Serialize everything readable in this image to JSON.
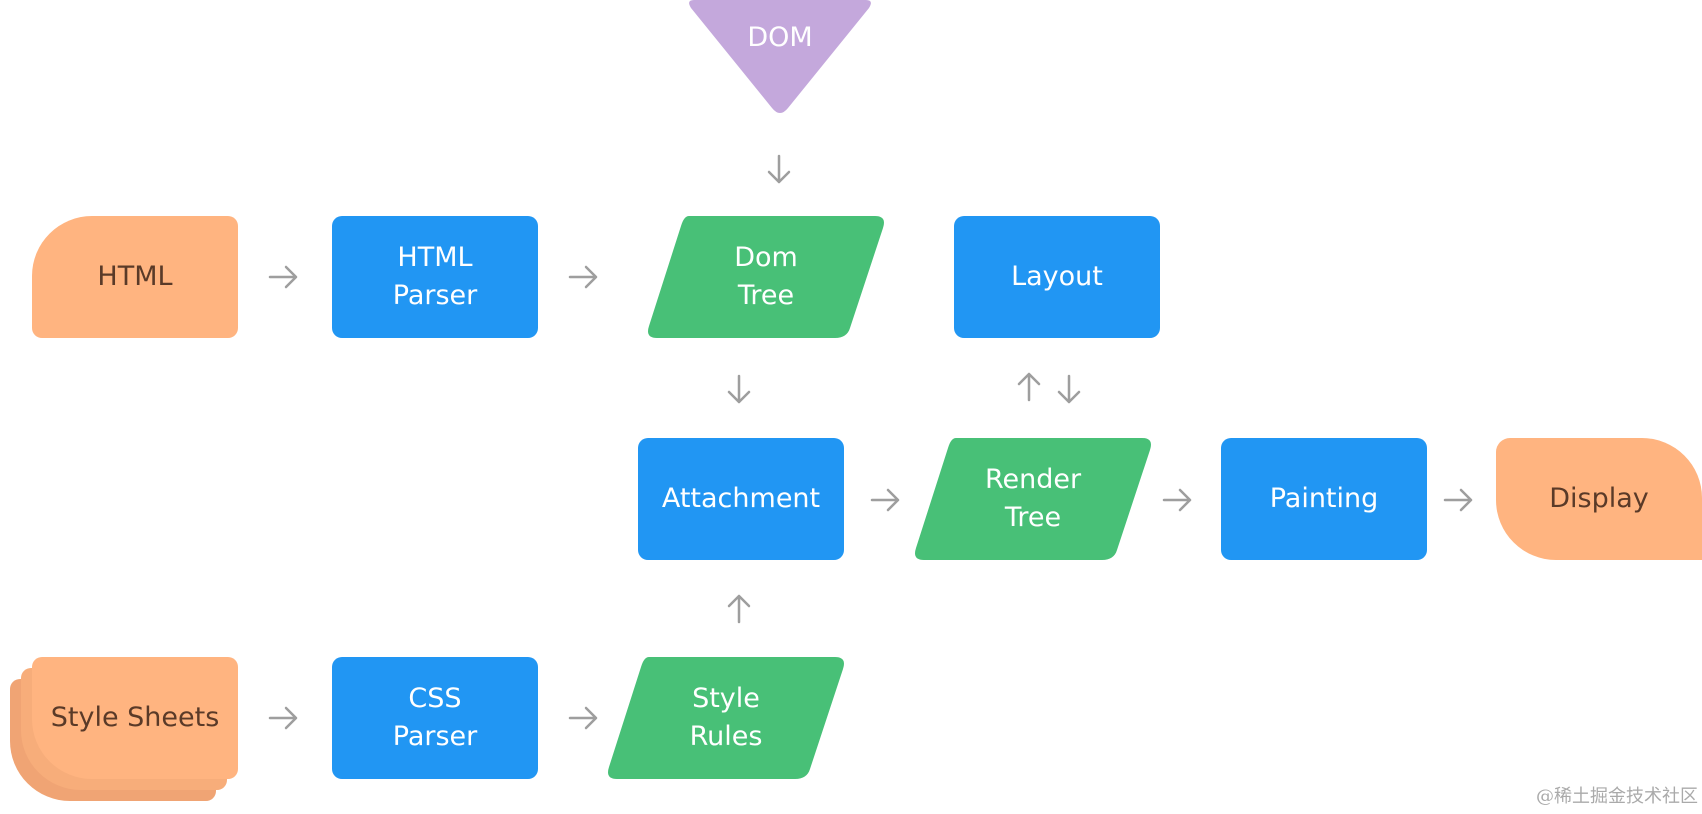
{
  "colors": {
    "process": "#2196f3",
    "data": "#48c077",
    "terminal": "#ffb480",
    "source": "#c4a8dc",
    "arrow": "#9e9e9e"
  },
  "nodes": {
    "dom": "DOM",
    "html": "HTML",
    "html_parser": "HTML\nParser",
    "dom_tree": "Dom\nTree",
    "layout": "Layout",
    "attachment": "Attachment",
    "render_tree": "Render\nTree",
    "painting": "Painting",
    "display": "Display",
    "style_sheets": "Style Sheets",
    "css_parser": "CSS\nParser",
    "style_rules": "Style\nRules"
  },
  "watermark": "@稀土掘金技术社区"
}
